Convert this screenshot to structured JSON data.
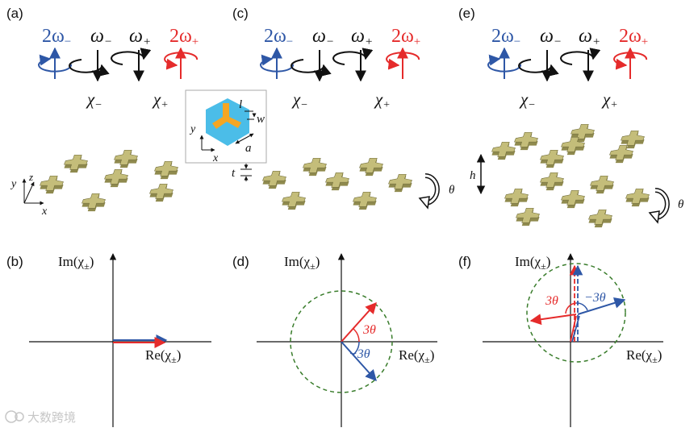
{
  "colors": {
    "blue": "#2e57a6",
    "red": "#e52b2b",
    "black": "#111111",
    "green_dashed": "#3a7d2c",
    "particle_top": "#c4bd7a",
    "particle_side": "#8f8a4e",
    "hex_fill": "#4bbde8",
    "ytrimer_fill": "#f5a623"
  },
  "panels": {
    "a": {
      "label": "(a)"
    },
    "b": {
      "label": "(b)"
    },
    "c": {
      "label": "(c)"
    },
    "d": {
      "label": "(d)"
    },
    "e": {
      "label": "(e)"
    },
    "f": {
      "label": "(f)"
    }
  },
  "beams": {
    "two_omega_minus": "2ω",
    "omega_minus": "ω",
    "omega_plus": "ω",
    "two_omega_plus": "2ω",
    "sub_minus": "−",
    "sub_plus": "+"
  },
  "chi": {
    "symbol": "χ",
    "sub_minus": "−",
    "sub_plus": "+"
  },
  "inset": {
    "l": "l",
    "w": "w",
    "a": "a",
    "x": "x",
    "y": "y"
  },
  "axes3d": {
    "x": "x",
    "y": "y",
    "z": "z"
  },
  "dims": {
    "t": "t",
    "h": "h",
    "theta": "θ"
  },
  "complex_plane": {
    "im_label": "Im(χ",
    "re_label": "Re(χ",
    "pm": "±",
    "close": ")"
  },
  "angles": {
    "plus_3theta": "3θ",
    "minus_3theta": "−3θ"
  },
  "watermark": "大数跨境",
  "icons": [
    "up-arrow-icon",
    "down-arrow-icon",
    "rotation-arrow-icon",
    "watermark-logo-icon"
  ]
}
